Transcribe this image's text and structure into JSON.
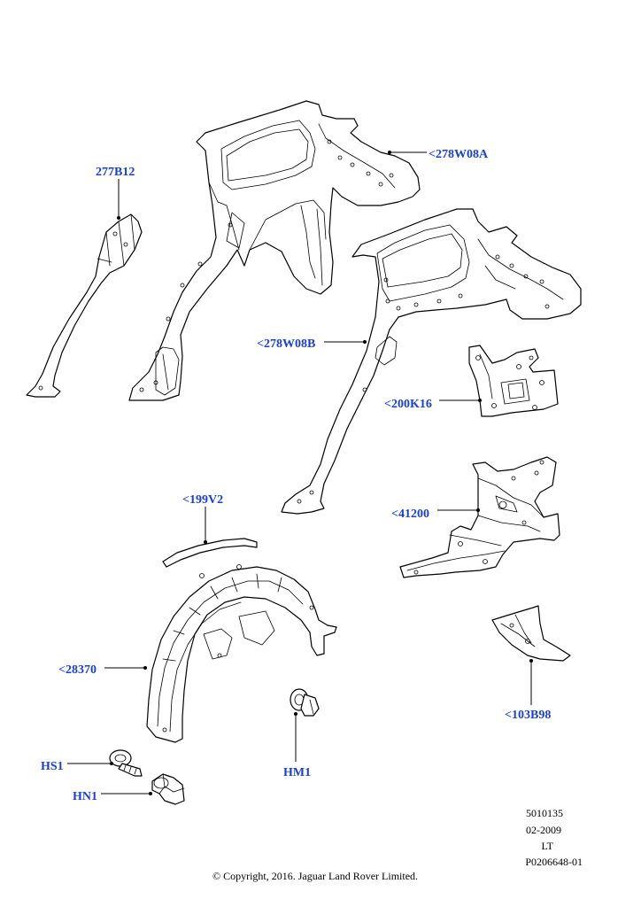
{
  "callouts": {
    "c277B12": "277B12",
    "c278W08A": "<278W08A",
    "c278W08B": "<278W08B",
    "c200K16": "<200K16",
    "c41200": "<41200",
    "c199V2": "<199V2",
    "c28370": "<28370",
    "c103B98": "<103B98",
    "cHS1": "HS1",
    "cHM1": "HM1",
    "cHN1": "HN1"
  },
  "meta": {
    "number": "5010135",
    "date": "02-2009",
    "code": "LT",
    "ref": "P0206648-01"
  },
  "copyright": "© Copyright, 2016. Jaguar Land Rover Limited.",
  "colors": {
    "callout": "#1a3fd6",
    "line": "#000000"
  }
}
